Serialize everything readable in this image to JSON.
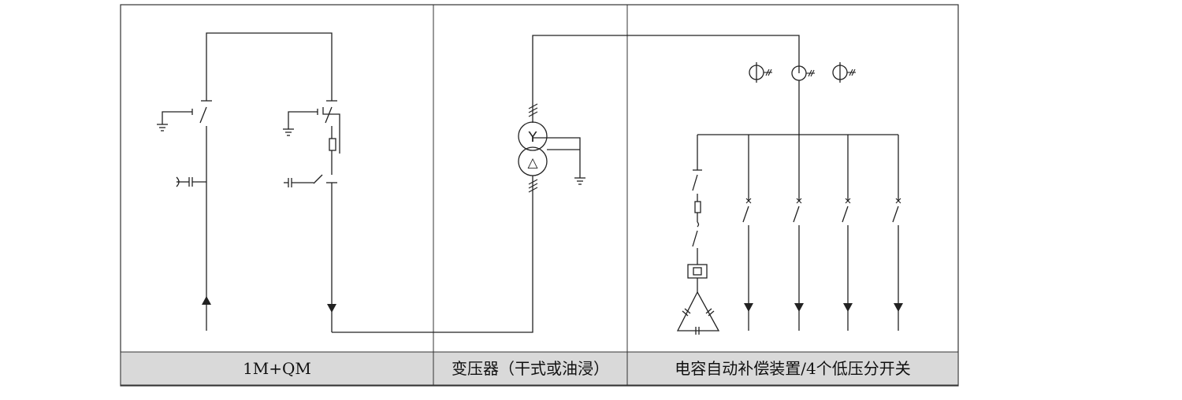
{
  "sections": [
    {
      "label": "1M+QM"
    },
    {
      "label": "变压器（干式或油浸）"
    },
    {
      "label": "电容自动补偿装置/4个低压分开关"
    }
  ],
  "transformer": {
    "primary_symbol": "Y",
    "secondary_symbol": "△"
  },
  "colors": {
    "caption_band": "#d9d9d9",
    "line": "#222222"
  }
}
